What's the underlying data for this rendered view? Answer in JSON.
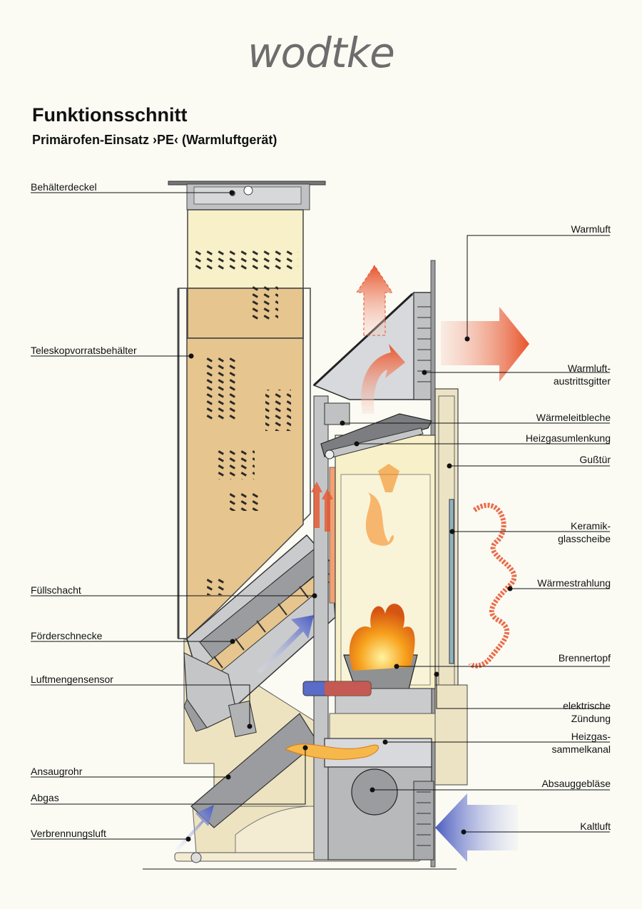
{
  "header": {
    "logo": "wodtke",
    "title": "Funktionsschnitt",
    "subtitle": "Primärofen-Einsatz ›PE‹  (Warmluftgerät)"
  },
  "labels_left": {
    "behaelterdeckel": "Behälterdeckel",
    "teleskop": "Teleskopvorratsbehälter",
    "fuellschacht": "Füllschacht",
    "foerderschnecke": "Förderschnecke",
    "luftmengensensor": "Luftmengensensor",
    "ansaugrohr": "Ansaugrohr",
    "abgas": "Abgas",
    "verbrennungsluft": "Verbrennungsluft"
  },
  "labels_right": {
    "warmluft": "Warmluft",
    "warmluftaustritt_1": "Warmluft-",
    "warmluftaustritt_2": "austrittsgitter",
    "waermeleitbleche": "Wärmeleitbleche",
    "heizgasumlenkung": "Heizgasumlenkung",
    "gusstuer": "Gußtür",
    "keramik_1": "Keramik-",
    "keramik_2": "glasscheibe",
    "waermestrahlung": "Wärmestrahlung",
    "brennertopf": "Brennertopf",
    "zuendung_1": "elektrische",
    "zuendung_2": "Zündung",
    "heizgas_1": "Heizgas-",
    "heizgas_2": "sammelkanal",
    "absauggeblaese": "Absauggebläse",
    "kaltluft": "Kaltluft"
  },
  "colors": {
    "pellet_fill": "#e6c58e",
    "hopper_top": "#f7f0c8",
    "casing": "#efe6c4",
    "steel": "#9a9c9f",
    "flame": "#f28a1e",
    "warm_air": "#e8542c",
    "cold_air": "#5a6bc8"
  }
}
